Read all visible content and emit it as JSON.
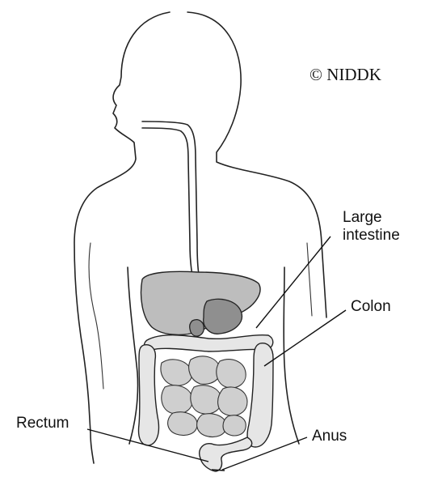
{
  "credit": "© NIDDK",
  "labels": {
    "large_intestine_line1": "Large",
    "large_intestine_line2": "intestine",
    "colon": "Colon",
    "rectum": "Rectum",
    "anus": "Anus"
  }
}
